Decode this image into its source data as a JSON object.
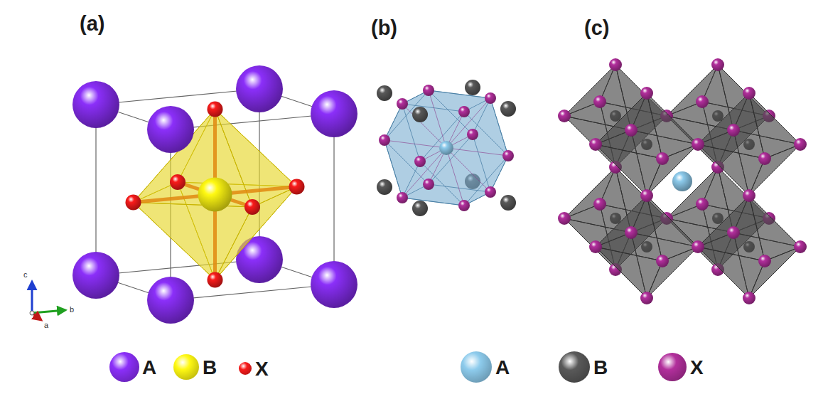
{
  "diagram": {
    "labels": [
      "(a)",
      "(b)",
      "(c)",
      "c",
      "b",
      "a"
    ],
    "legend": [
      {
        "text": "A",
        "color": "#7d2ae0"
      },
      {
        "text": "B",
        "color": "#e8e010"
      },
      {
        "text": "X",
        "color": "#e01818"
      },
      {
        "text": "A",
        "color": "#7fb6d4"
      },
      {
        "text": "B",
        "color": "#505050"
      },
      {
        "text": "X",
        "color": "#a02a8c"
      }
    ]
  }
}
